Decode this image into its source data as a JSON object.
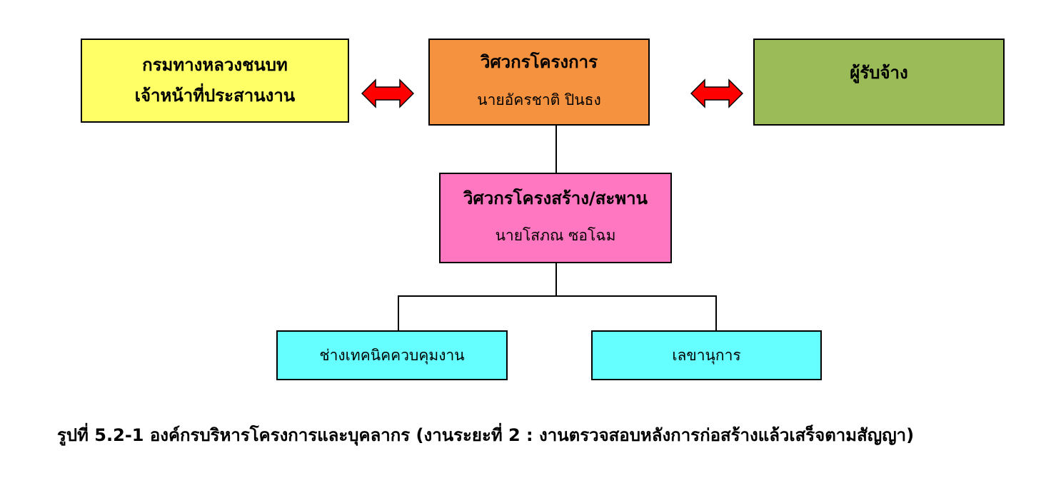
{
  "boxes": {
    "department": {
      "line1": "กรมทางหลวงชนบท",
      "line2": "เจ้าหน้าที่ประสานงาน",
      "color": "#FFFF66"
    },
    "project_engineer": {
      "title": "วิศวกรโครงการ",
      "name": "นายอัครชาติ ปินธง",
      "color": "#F4923F"
    },
    "contractor": {
      "title": "ผู้รับจ้าง",
      "color": "#9BBB59"
    },
    "structural_engineer": {
      "title": "วิศวกรโครงสร้าง/สะพาน",
      "name": "นายโสภณ ซอโฉม",
      "color": "#FF77C0"
    },
    "technician": {
      "title": "ช่างเทคนิคควบคุมงาน",
      "color": "#66FFFF"
    },
    "secretary": {
      "title": "เลขานุการ",
      "color": "#66FFFF"
    }
  },
  "arrow_color": "#FF0000",
  "caption": "รูปที่ 5.2-1 องค์กรบริหารโครงการและบุคลากร (งานระยะที่ 2 : งานตรวจสอบหลังการก่อสร้างแล้วเสร็จตามสัญญา)"
}
